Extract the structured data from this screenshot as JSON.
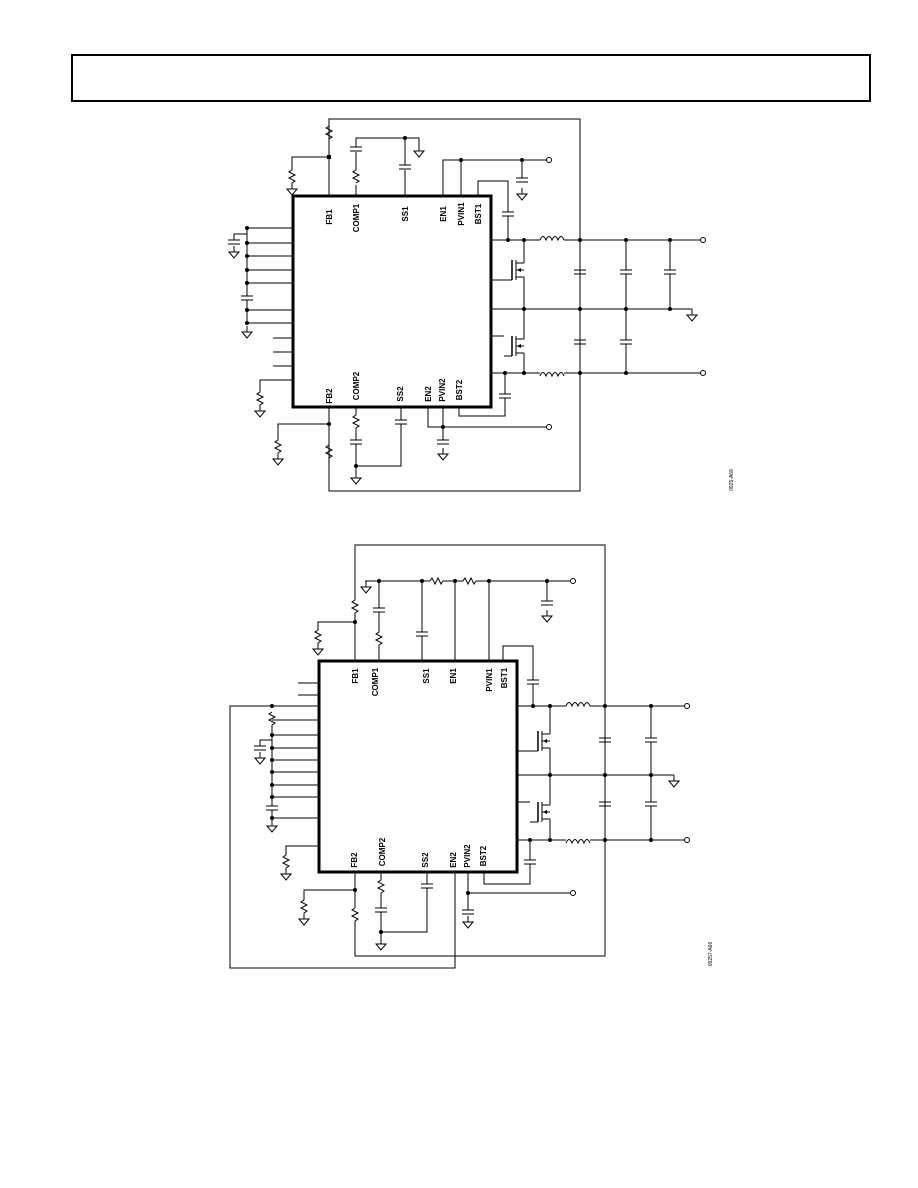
{
  "figures": [
    {
      "pins_top": [
        "FB1",
        "COMP1",
        "SS1",
        "EN1",
        "PVIN1",
        "BST1"
      ],
      "pins_bottom": [
        "FB2",
        "COMP2",
        "SS2",
        "EN2",
        "PVIN2",
        "BST2"
      ],
      "figure_id": "0925-A69"
    },
    {
      "pins_top": [
        "FB1",
        "COMP1",
        "SS1",
        "EN1",
        "PVIN1",
        "BST1"
      ],
      "pins_bottom": [
        "FB2",
        "COMP2",
        "SS2",
        "EN2",
        "PVIN2",
        "BST2"
      ],
      "figure_id": "09257-A66"
    }
  ]
}
